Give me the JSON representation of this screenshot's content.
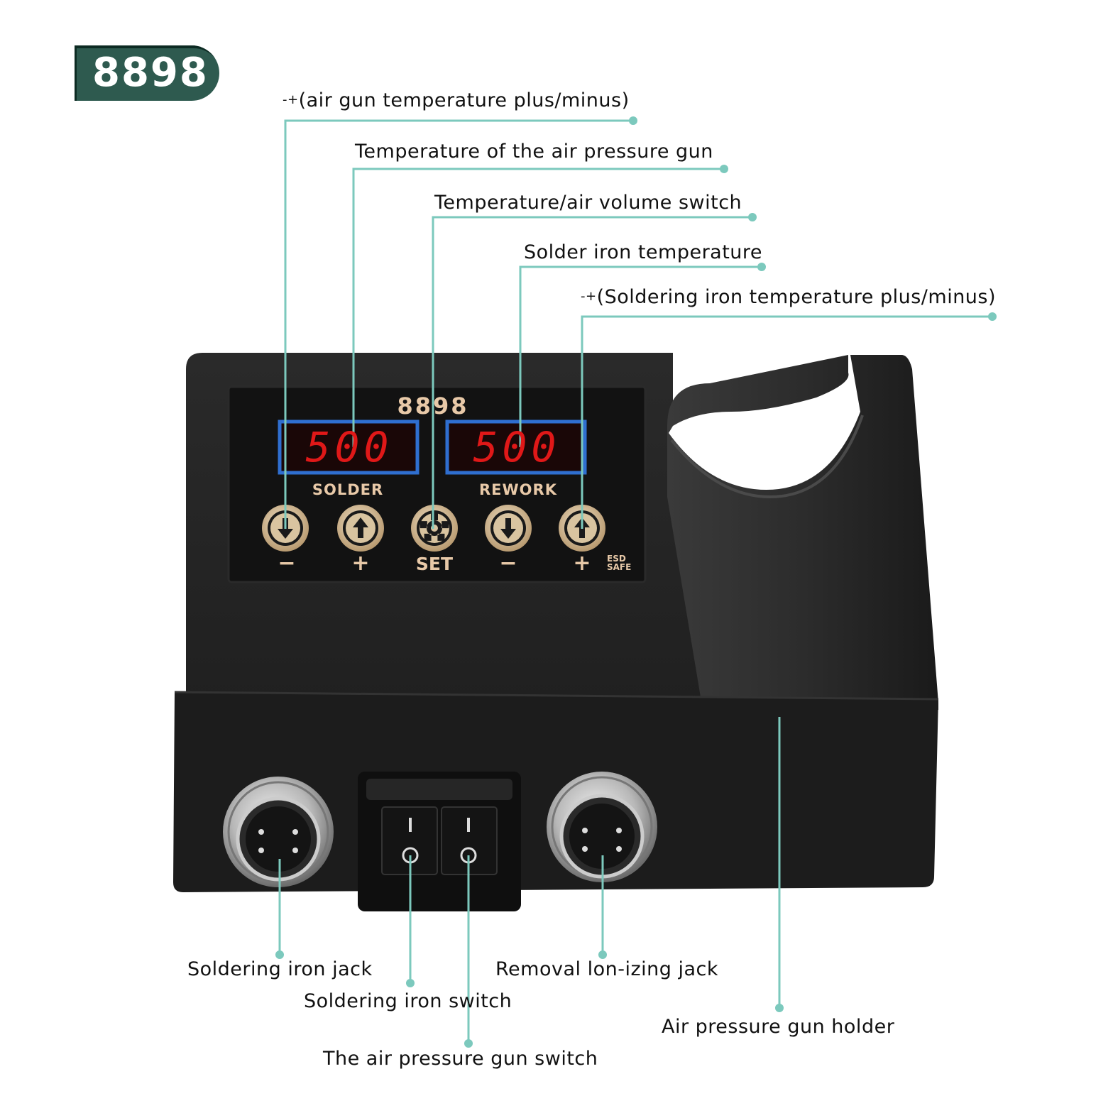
{
  "badge": {
    "model": "8898"
  },
  "panel": {
    "model": "8898",
    "solder_display": "500",
    "rework_display": "500",
    "solder_label": "SOLDER",
    "rework_label": "REWORK",
    "buttons": [
      {
        "label": "−",
        "icon": "arrow-down-icon"
      },
      {
        "label": "+",
        "icon": "arrow-up-icon"
      },
      {
        "label": "SET",
        "icon": "gear-icon"
      },
      {
        "label": "−",
        "icon": "arrow-down-icon"
      },
      {
        "label": "+",
        "icon": "arrow-up-icon"
      }
    ],
    "esd_line1": "ESD",
    "esd_line2": "SAFE"
  },
  "callouts_top": [
    {
      "symbol": "-+",
      "text": "(air gun temperature plus/minus)"
    },
    {
      "text": "Temperature of the air pressure gun"
    },
    {
      "text": "Temperature/air volume switch"
    },
    {
      "text": "Solder iron temperature"
    },
    {
      "symbol": "-+",
      "text": "(Soldering iron temperature plus/minus)"
    }
  ],
  "callouts_bottom": [
    {
      "text": "Soldering iron jack"
    },
    {
      "text": "Soldering iron switch"
    },
    {
      "text": "Removal lon-izing jack"
    },
    {
      "text": "The air pressure gun switch"
    },
    {
      "text": "Air pressure gun holder"
    }
  ],
  "colors": {
    "leader": "#7cc9bd",
    "badge": "#2e5a4f",
    "body": "#1f1f1f",
    "lcd_digits": "#e01818",
    "lcd_frame": "#2f6fd0",
    "panel_text": "#e8c9a8"
  }
}
